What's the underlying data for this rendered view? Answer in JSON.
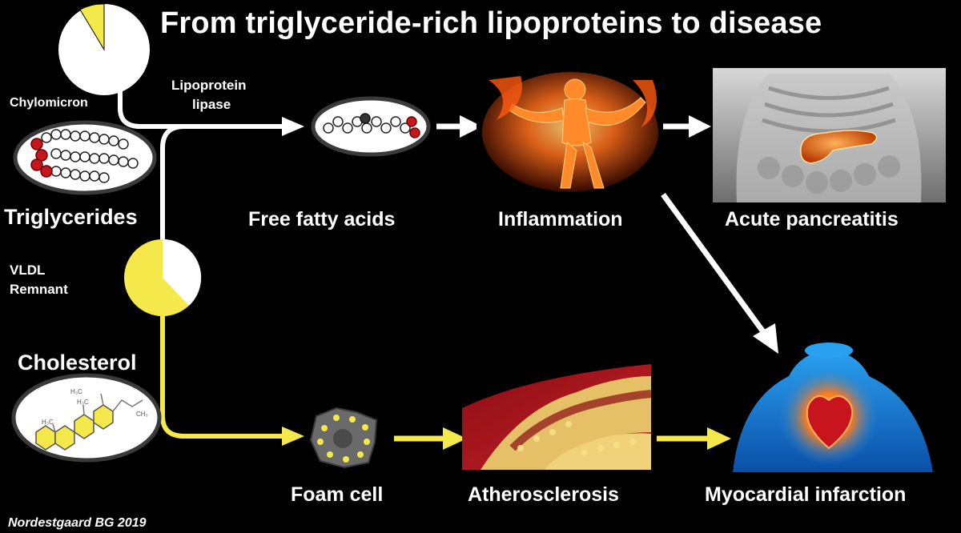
{
  "title": "From triglyceride-rich lipoproteins to disease",
  "labels": {
    "chylomicron": "Chylomicron",
    "lipoprotein_lipase_line1": "Lipoprotein",
    "lipoprotein_lipase_line2": "lipase",
    "triglycerides": "Triglycerides",
    "vldl": "VLDL",
    "remnant": "Remnant",
    "cholesterol": "Cholesterol",
    "free_fatty_acids": "Free fatty acids",
    "inflammation": "Inflammation",
    "acute_pancreatitis": "Acute pancreatitis",
    "foam_cell": "Foam cell",
    "atherosclerosis": "Atherosclerosis",
    "myocardial_infarction": "Myocardial infarction"
  },
  "molecule_labels": {
    "h3c_top": "H₃C",
    "h3c_mid": "H₃C",
    "h3c_left": "H₃C",
    "ch3": "CH₃"
  },
  "credit": "Nordestgaard  BG 2019",
  "colors": {
    "background": "#000000",
    "white_pathway": "#ffffff",
    "yellow_pathway": "#f4e84a",
    "triglyceride_red": "#c8141c",
    "fire_orange": "#f26a1b",
    "body_blue": "#1f8fe0"
  },
  "icons": {
    "chylomicron": "pie-small-yellow-slice",
    "vldl_remnant": "pie-large-yellow",
    "triglyceride_molecule": "triglyceride-molecule-icon",
    "cholesterol_molecule": "cholesterol-molecule-icon",
    "fatty_acid_molecule": "fatty-acid-molecule-icon",
    "foam_cell": "foam-cell-icon",
    "inflammation": "burning-figure-icon",
    "pancreas": "pancreas-xray-icon",
    "artery": "artery-plaque-icon",
    "heart": "heart-torso-icon"
  }
}
